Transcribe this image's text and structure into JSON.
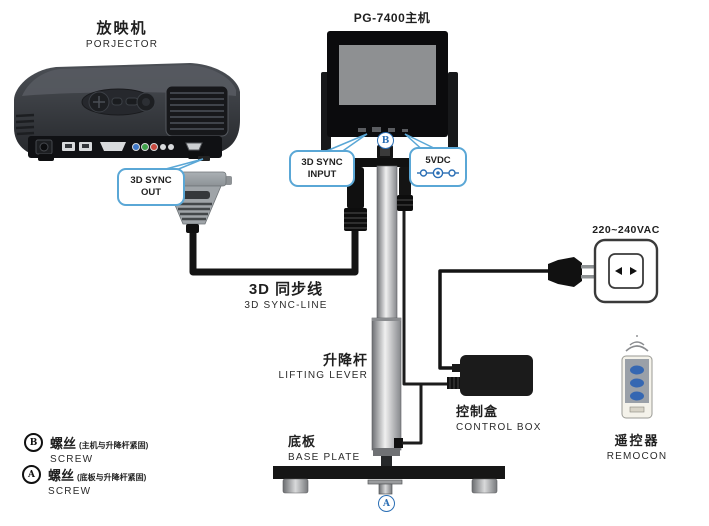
{
  "projector": {
    "title_cn": "放映机",
    "title_en": "PORJECTOR",
    "callout_line1": "3D SYNC",
    "callout_line2": "OUT"
  },
  "main_unit": {
    "title": "PG-7400主机",
    "marker": "B",
    "callout_sync_line1": "3D SYNC",
    "callout_sync_line2": "INPUT",
    "callout_power": "5VDC"
  },
  "sync_cable": {
    "label_cn": "3D 同步线",
    "label_en": "3D SYNC-LINE"
  },
  "lifting_lever": {
    "label_cn": "升降杆",
    "label_en": "LIFTING LEVER"
  },
  "power": {
    "outlet_label": "220~240VAC"
  },
  "control_box": {
    "label_cn": "控制盒",
    "label_en": "CONTROL BOX"
  },
  "base_plate": {
    "label_cn": "底板",
    "label_en": "BASE PLATE",
    "marker": "A"
  },
  "remocon": {
    "label_cn": "遥控器",
    "label_en": "REMOCON"
  },
  "legend": [
    {
      "marker": "B",
      "name_cn": "螺丝",
      "note_cn": "(主机与升降杆紧固)",
      "name_en": "SCREW"
    },
    {
      "marker": "A",
      "name_cn": "螺丝",
      "note_cn": "(底板与升降杆紧固)",
      "name_en": "SCREW"
    }
  ],
  "colors": {
    "callout_border": "#5aa7d6",
    "marker_blue": "#2b6fb5",
    "wire_black": "#141414",
    "remote_button": "#3567b2",
    "screen_gray": "#8e9092"
  }
}
